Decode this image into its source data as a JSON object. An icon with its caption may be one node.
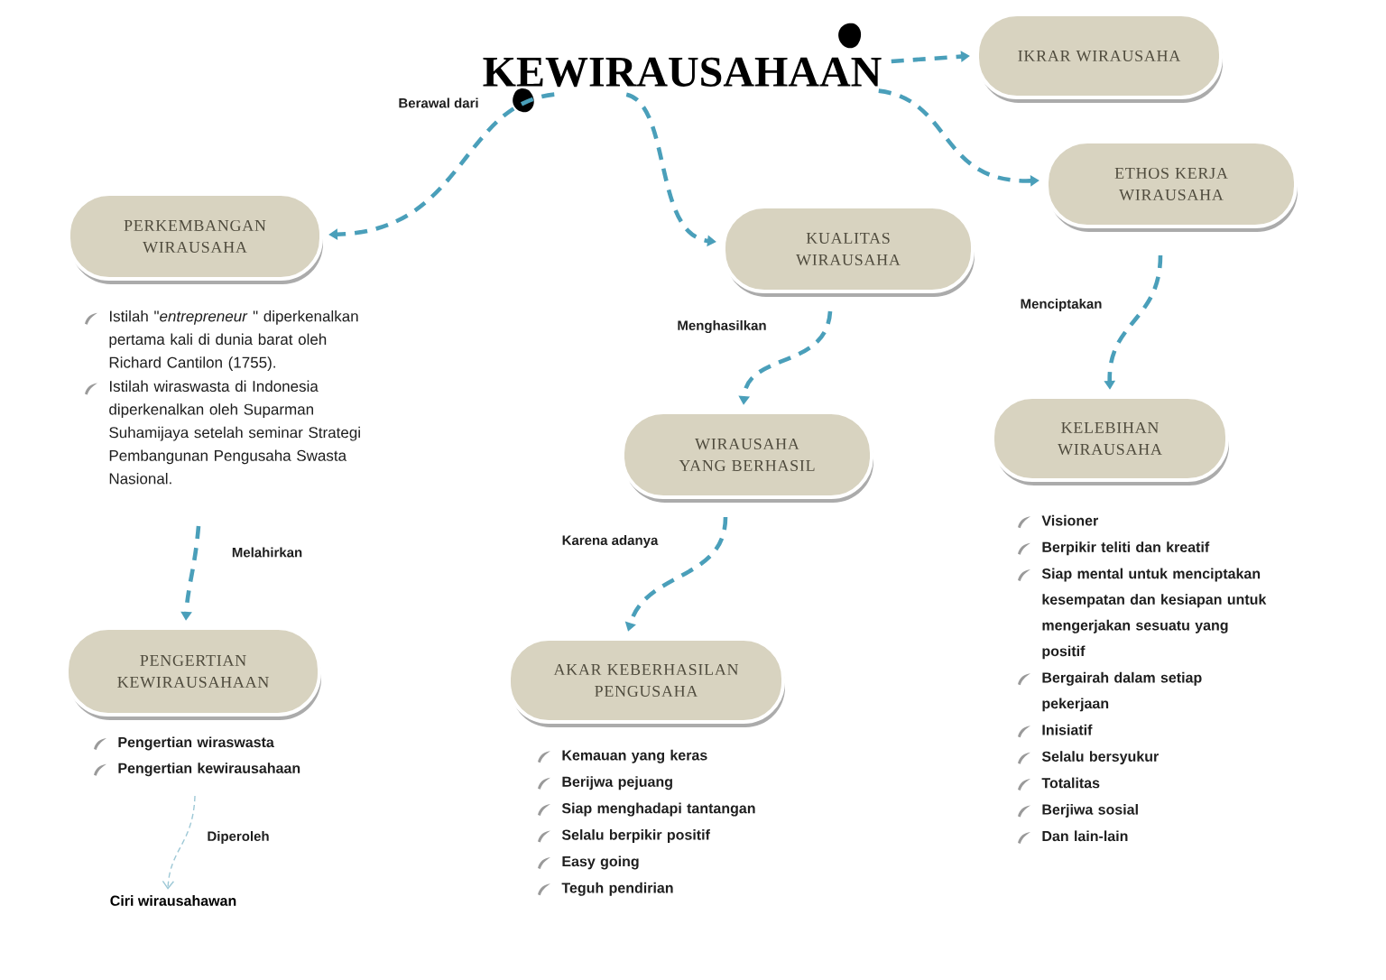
{
  "diagram": {
    "nodes": [
      {
        "text": [
          "KEWIRAUSAHAAN"
        ]
      },
      {
        "text": [
          "IKRAR WIRAUSAHA"
        ]
      },
      {
        "text": [
          "PERKEMBANGAN WIRAUSAHA"
        ],
        "beside": [
          "Istilah \"*entrepreneur* \" diperkenalkan pertama kali di dunia barat oleh Richard Cantilon (1755).",
          "Istilah wiraswasta di Indonesia diperkenalkan oleh Suparman Suhamijaya setelah seminar Strategi Pembangunan Pengusaha Swasta Nasional."
        ]
      },
      {
        "text": [
          "KUALITAS WIRAUSAHA"
        ]
      },
      {
        "text": [
          "ETHOS KERJA WIRAUSAHA"
        ]
      },
      {
        "text": [
          "WIRAUSAHA YANG BERHASIL"
        ]
      },
      {
        "text": [
          "KELEBIHAN WIRAUSAHA"
        ],
        "beside": [
          "Visioner",
          "Berpikir teliti dan kreatif",
          "Siap mental untuk menciptakan kesempatan dan kesiapan untuk mengerjakan sesuatu yang positif",
          "Bergairah dalam setiap pekerjaan",
          "Inisiatif",
          "Selalu bersyukur",
          "Totalitas",
          "Berjiwa sosial",
          "Dan lain-lain"
        ]
      },
      {
        "text": [
          "PENGERTIAN KEWIRAUSAHAAN"
        ],
        "beside": [
          "Pengertian wiraswasta",
          "Pengertian kewirausahaan"
        ]
      },
      {
        "text": [
          "AKAR KEBERHASILAN PENGUSAHA"
        ],
        "beside": [
          "Kemauan yang keras",
          "Berijwa pejuang",
          "Siap menghadapi tantangan",
          "Selalu berpikir positif",
          "Easy going",
          "Teguh pendirian"
        ]
      },
      {
        "text": [
          "Ciri wirausahawan"
        ]
      }
    ],
    "edges": [
      {
        "from": 0,
        "to": 1,
        "arrow": "to"
      },
      {
        "from": 0,
        "to": 2,
        "arrow": "to",
        "label": "Berawal dari"
      },
      {
        "from": 0,
        "to": 3,
        "arrow": "to"
      },
      {
        "from": 0,
        "to": 4,
        "arrow": "to"
      },
      {
        "from": 2,
        "to": 7,
        "arrow": "to",
        "label": "Melahirkan"
      },
      {
        "from": 3,
        "to": 5,
        "arrow": "to",
        "label": "Menghasilkan"
      },
      {
        "from": 5,
        "to": 8,
        "arrow": "to",
        "label": "Karena adanya"
      },
      {
        "from": 4,
        "to": 6,
        "arrow": "to",
        "label": "Menciptakan"
      },
      {
        "from": 7,
        "to": 9,
        "arrow": "to",
        "label": "Diperoleh",
        "style": "dashed",
        "color": "#9dc8d6"
      }
    ]
  }
}
